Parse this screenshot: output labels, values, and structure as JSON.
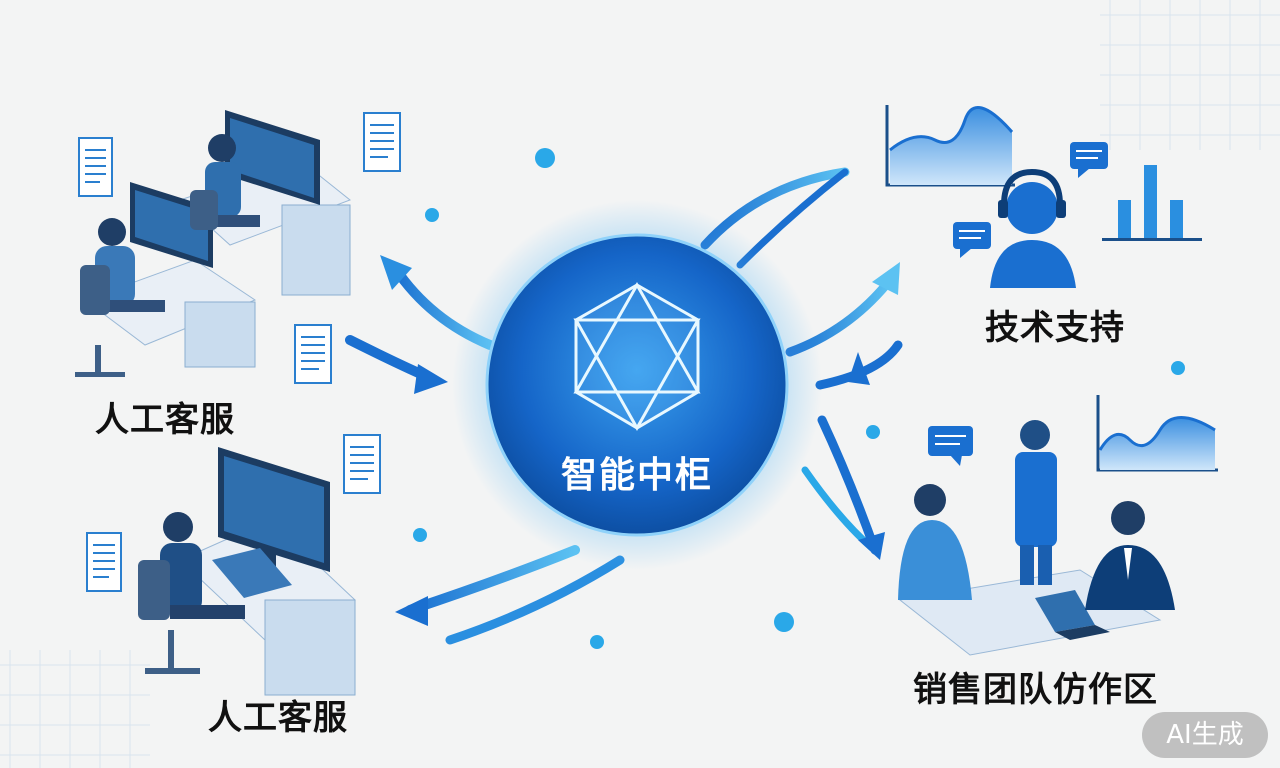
{
  "hub": {
    "label": "智能中柜"
  },
  "nodes": {
    "agents_top": {
      "label": "人工客服"
    },
    "agents_bottom": {
      "label": "人工客服"
    },
    "tech_support": {
      "label": "技术支持"
    },
    "sales_team": {
      "label": "销售团队仿作区"
    }
  },
  "badge": {
    "label": "AI生成"
  },
  "colors": {
    "primary": "#1a6fd0",
    "dark": "#0d4fa3",
    "light": "#6fc3f0",
    "accent": "#2aa8e8",
    "background": "#f3f4f4"
  }
}
